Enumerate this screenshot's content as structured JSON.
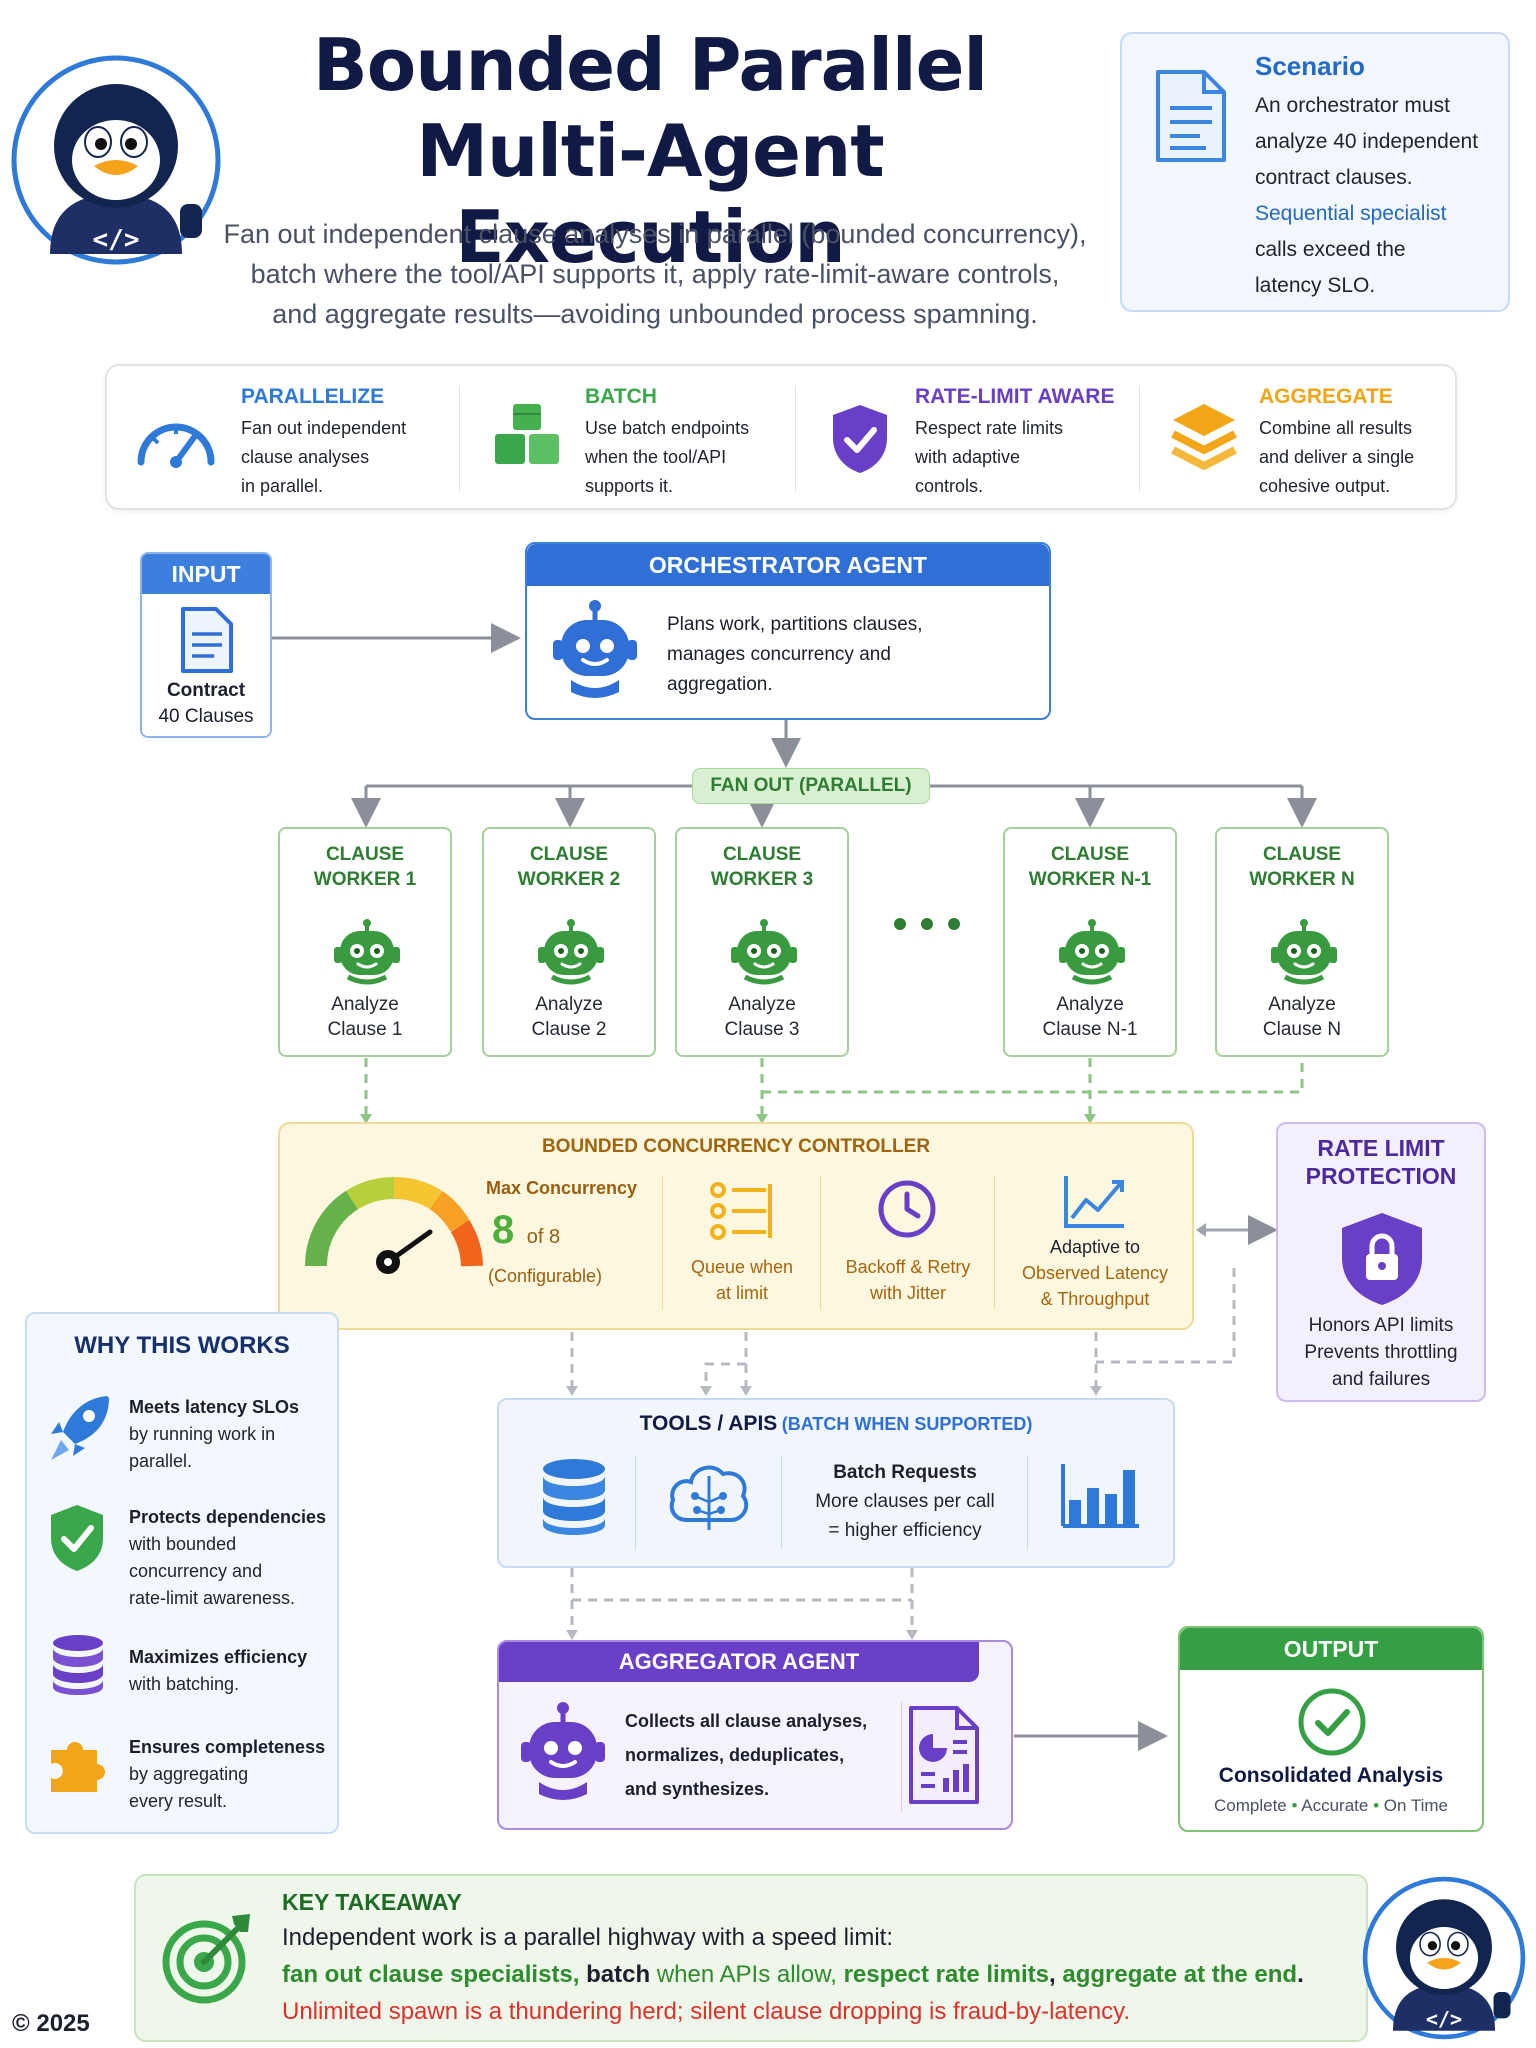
{
  "header": {
    "title_line1": "Bounded Parallel",
    "title_line2": "Multi-Agent Execution",
    "subtitle_lines": [
      "Fan out independent clause analyses in parallel (bounded concurrency),",
      "batch where the tool/API supports it, apply rate-limit-aware controls,",
      "and aggregate results—avoiding unbounded process spamning."
    ]
  },
  "scenario": {
    "title": "Scenario",
    "text_lines": [
      "An orchestrator must",
      "analyze 40 independent",
      "contract clauses."
    ],
    "highlight": "Sequential specialist",
    "tail_lines": [
      "calls exceed the",
      "latency SLO."
    ]
  },
  "features": [
    {
      "title": "PARALLELIZE",
      "color": "#2f7ad9",
      "icon": "speedometer-icon",
      "lines": [
        "Fan out independent",
        "clause analyses",
        "in parallel."
      ]
    },
    {
      "title": "BATCH",
      "color": "#3aa84a",
      "icon": "cubes-icon",
      "lines": [
        "Use batch endpoints",
        "when the tool/API",
        "supports it."
      ]
    },
    {
      "title": "RATE-LIMIT AWARE",
      "color": "#6a3fc8",
      "icon": "shield-check-icon",
      "lines": [
        "Respect rate limits",
        "with adaptive",
        "controls."
      ]
    },
    {
      "title": "AGGREGATE",
      "color": "#f2a516",
      "icon": "layers-icon",
      "lines": [
        "Combine all results",
        "and deliver a single",
        "cohesive output."
      ]
    }
  ],
  "input": {
    "header": "INPUT",
    "label1": "Contract",
    "label2": "40 Clauses"
  },
  "orchestrator": {
    "header": "ORCHESTRATOR AGENT",
    "lines": [
      "Plans work, partitions clauses,",
      "manages concurrency and",
      "aggregation."
    ]
  },
  "fanout": {
    "label": "FAN OUT (PARALLEL)"
  },
  "workers": [
    {
      "name1": "CLAUSE",
      "name2": "WORKER 1",
      "desc1": "Analyze",
      "desc2": "Clause 1"
    },
    {
      "name1": "CLAUSE",
      "name2": "WORKER 2",
      "desc1": "Analyze",
      "desc2": "Clause 2"
    },
    {
      "name1": "CLAUSE",
      "name2": "WORKER 3",
      "desc1": "Analyze",
      "desc2": "Clause 3"
    },
    {
      "name1": "CLAUSE",
      "name2": "WORKER N-1",
      "desc1": "Analyze",
      "desc2": "Clause N-1"
    },
    {
      "name1": "CLAUSE",
      "name2": "WORKER N",
      "desc1": "Analyze",
      "desc2": "Clause N"
    }
  ],
  "controller": {
    "title": "BOUNDED CONCURRENCY CONTROLLER",
    "max_label": "Max Concurrency",
    "max_value": "8",
    "max_of": "of 8",
    "configurable": "(Configurable)",
    "items": [
      {
        "icon": "queue-list-icon",
        "line1": "Queue when",
        "line2": "at limit"
      },
      {
        "icon": "clock-icon",
        "line1": "Backoff & Retry",
        "line2": "with Jitter"
      },
      {
        "icon": "trend-chart-icon",
        "line1": "Adaptive to",
        "line2": "Observed Latency",
        "line3": "& Throughput"
      }
    ]
  },
  "rate_limit": {
    "title1": "RATE LIMIT",
    "title2": "PROTECTION",
    "lines": [
      "Honors API limits",
      "Prevents throttling",
      "and failures"
    ]
  },
  "why": {
    "title": "WHY THIS WORKS",
    "items": [
      {
        "icon": "rocket-icon",
        "bold": "Meets latency SLOs",
        "lines": [
          "by running work in",
          "parallel."
        ]
      },
      {
        "icon": "shield-icon",
        "bold": "Protects dependencies",
        "lines": [
          "with bounded",
          "concurrency and",
          "rate-limit awareness."
        ]
      },
      {
        "icon": "database-icon",
        "bold": "Maximizes efficiency",
        "lines": [
          "with batching."
        ]
      },
      {
        "icon": "puzzle-icon",
        "bold": "Ensures completeness",
        "lines": [
          "by aggregating",
          "every result."
        ]
      }
    ]
  },
  "tools": {
    "title": "TOOLS / APIS",
    "title_note": "(BATCH WHEN SUPPORTED)",
    "batch_title": "Batch Requests",
    "batch_line1": "More clauses per call",
    "batch_line2": "= higher efficiency"
  },
  "aggregator": {
    "header": "AGGREGATOR AGENT",
    "lines": [
      "Collects all clause analyses,",
      "normalizes, deduplicates,",
      "and synthesizes."
    ]
  },
  "output": {
    "header": "OUTPUT",
    "title": "Consolidated Analysis",
    "tags": [
      "Complete",
      "Accurate",
      "On Time"
    ],
    "separator": "•"
  },
  "takeaway": {
    "title": "KEY TAKEAWAY",
    "line1": "Independent work is a parallel highway with a speed limit:",
    "line2_parts": [
      {
        "text": "fan out clause specialists, ",
        "color": "#2e8b2e"
      },
      {
        "text": "batch",
        "color": "#1b1f2e"
      },
      {
        "text": " when APIs allow, ",
        "color": "#2e8b2e"
      },
      {
        "text": "respect rate limits",
        "color": "#2e8b2e"
      },
      {
        "text": ", ",
        "color": "#1b1f2e"
      },
      {
        "text": "aggregate at the end",
        "color": "#2e8b2e"
      },
      {
        "text": ".",
        "color": "#1b1f2e"
      }
    ],
    "line3": "Unlimited spawn is a thundering herd; silent clause dropping is fraud-by-latency."
  },
  "footer": {
    "copyright": "© 2025"
  },
  "colors": {
    "blue": "#2f6fd6",
    "green": "#2e7d32",
    "purple": "#6a3fc8",
    "amber": "#f2a516",
    "navy": "#101a45"
  }
}
